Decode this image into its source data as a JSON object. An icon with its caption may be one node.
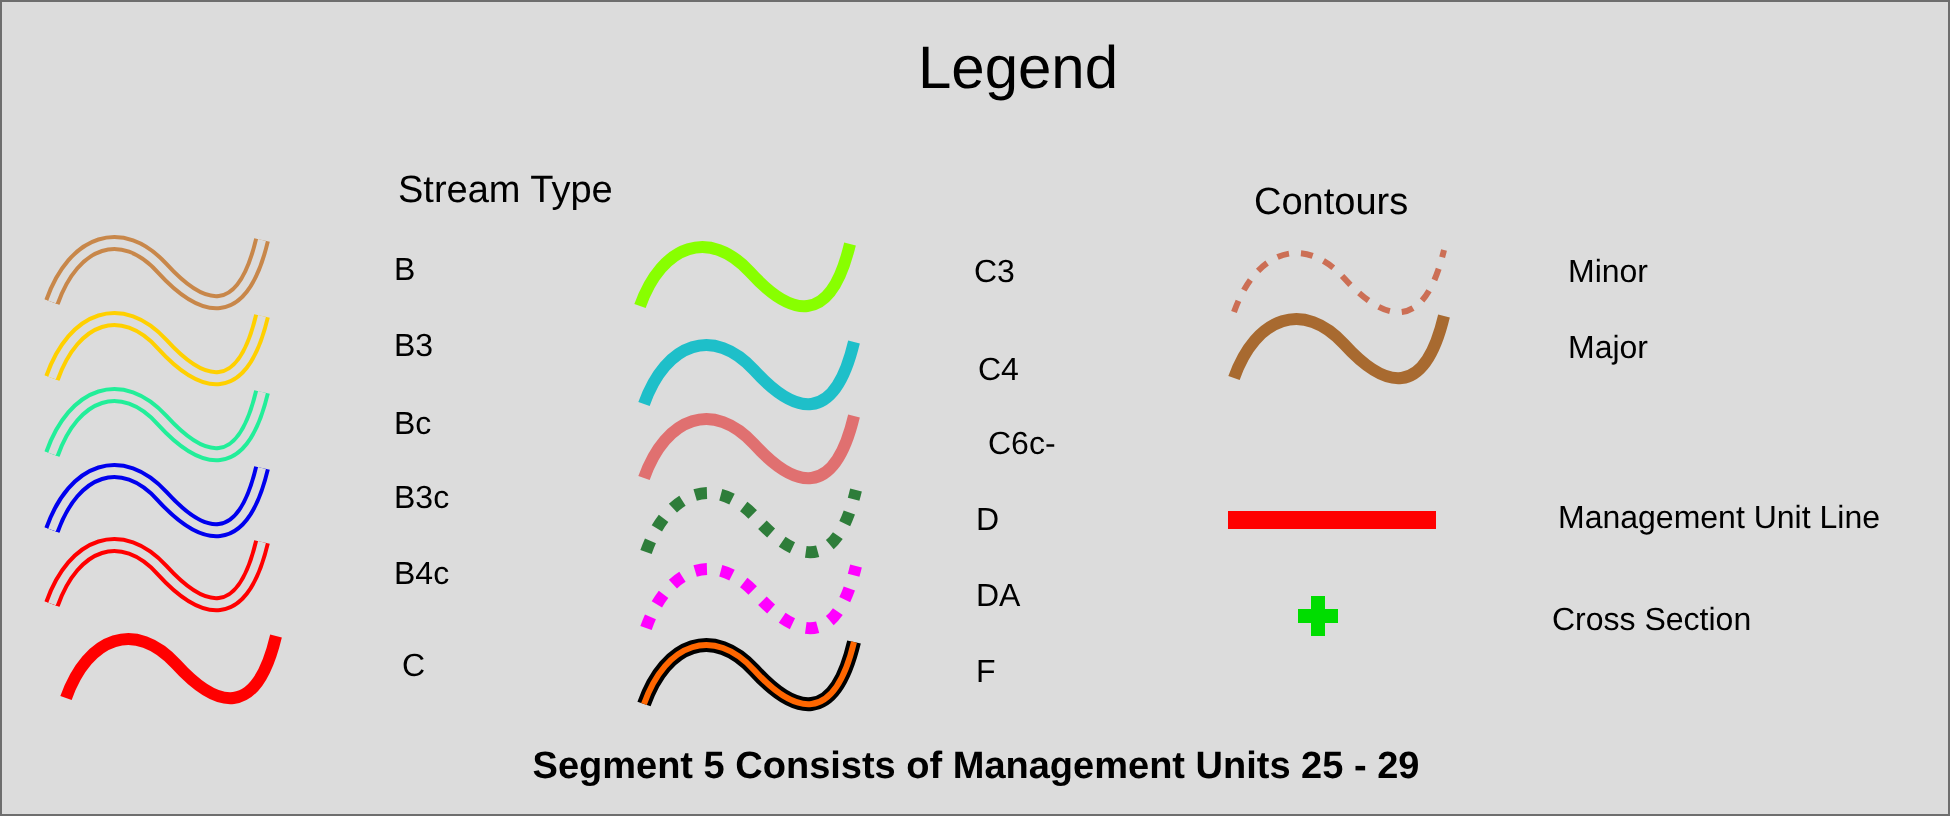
{
  "diagram": {
    "title": "Legend",
    "caption": "Segment 5 Consists of Management Units 25 - 29",
    "labels": [
      "Stream Type",
      "Contours"
    ],
    "legend": [
      {
        "text": "B"
      },
      {
        "text": "B3"
      },
      {
        "text": "Bc"
      },
      {
        "text": "B3c"
      },
      {
        "text": "B4c"
      },
      {
        "text": "C"
      },
      {
        "text": "C3"
      },
      {
        "text": "C4"
      },
      {
        "text": "C6c-"
      },
      {
        "text": "D"
      },
      {
        "text": "DA"
      },
      {
        "text": "F"
      },
      {
        "text": "Minor"
      },
      {
        "text": "Major"
      },
      {
        "text": "Management Unit Line"
      },
      {
        "text": "Cross Section"
      }
    ]
  }
}
